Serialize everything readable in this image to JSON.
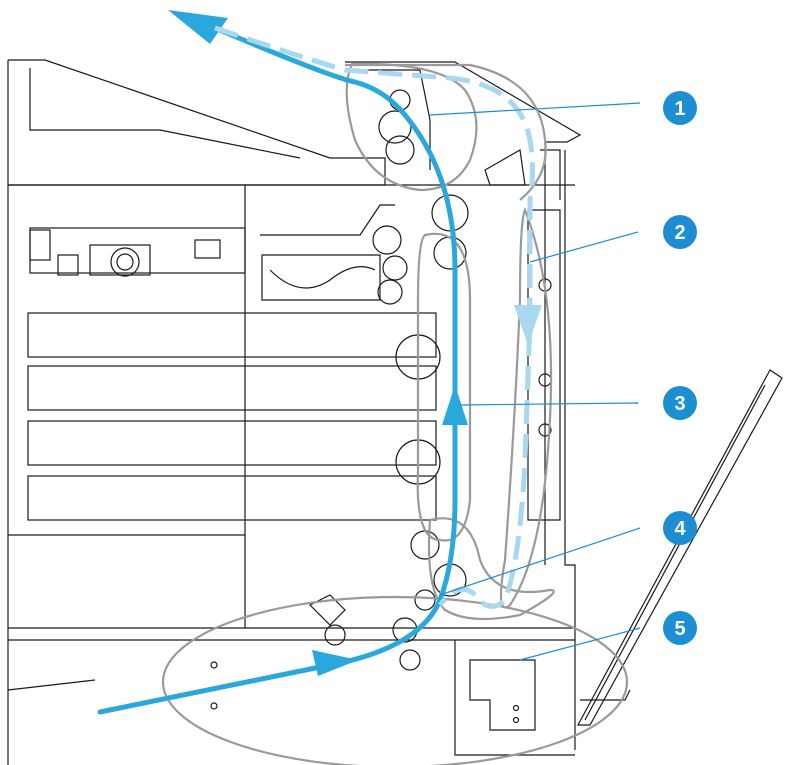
{
  "colors": {
    "outline": "#1a1a1a",
    "path_ellipse": "#9a9a9a",
    "paper_path": "#2aa8dd",
    "duplex_path": "#a8d8f0",
    "callout_fill": "#1b8fd2",
    "callout_text": "#ffffff"
  },
  "callouts": [
    {
      "id": "1",
      "label": "1"
    },
    {
      "id": "2",
      "label": "2"
    },
    {
      "id": "3",
      "label": "3"
    },
    {
      "id": "4",
      "label": "4"
    },
    {
      "id": "5",
      "label": "5"
    }
  ]
}
